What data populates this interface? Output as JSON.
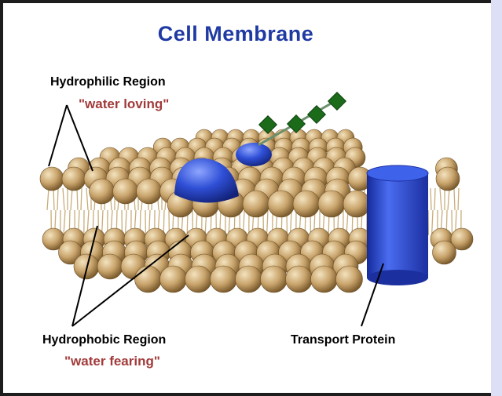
{
  "title": "Cell Membrane",
  "labels": {
    "hydrophilic": {
      "name": "Hydrophilic Region",
      "desc": "\"water loving\""
    },
    "hydrophobic": {
      "name": "Hydrophobic Region",
      "desc": "\"water fearing\""
    },
    "transport": {
      "name": "Transport Protein"
    }
  },
  "colors": {
    "title": "#1f3aa3",
    "description": "#a23a3a",
    "head_base": "#c9a46c",
    "protein": "#2f4fd6",
    "carbohydrate": "#1b6b1b",
    "side_stripe": "#dcdff5"
  }
}
